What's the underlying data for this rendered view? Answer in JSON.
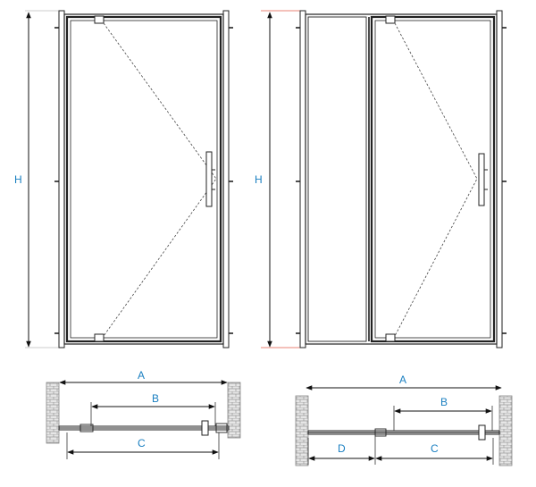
{
  "labels": {
    "height_left": "H",
    "height_right": "H",
    "width_a_left": "A",
    "width_b_left": "B",
    "width_c_left": "C",
    "width_a_right": "A",
    "width_b_right": "B",
    "width_c_right": "C",
    "width_d_right": "D"
  },
  "colors": {
    "label": "#1a7fc1",
    "line": "#222222",
    "accent": "#e05a47",
    "brick": "#bdbdbd"
  }
}
